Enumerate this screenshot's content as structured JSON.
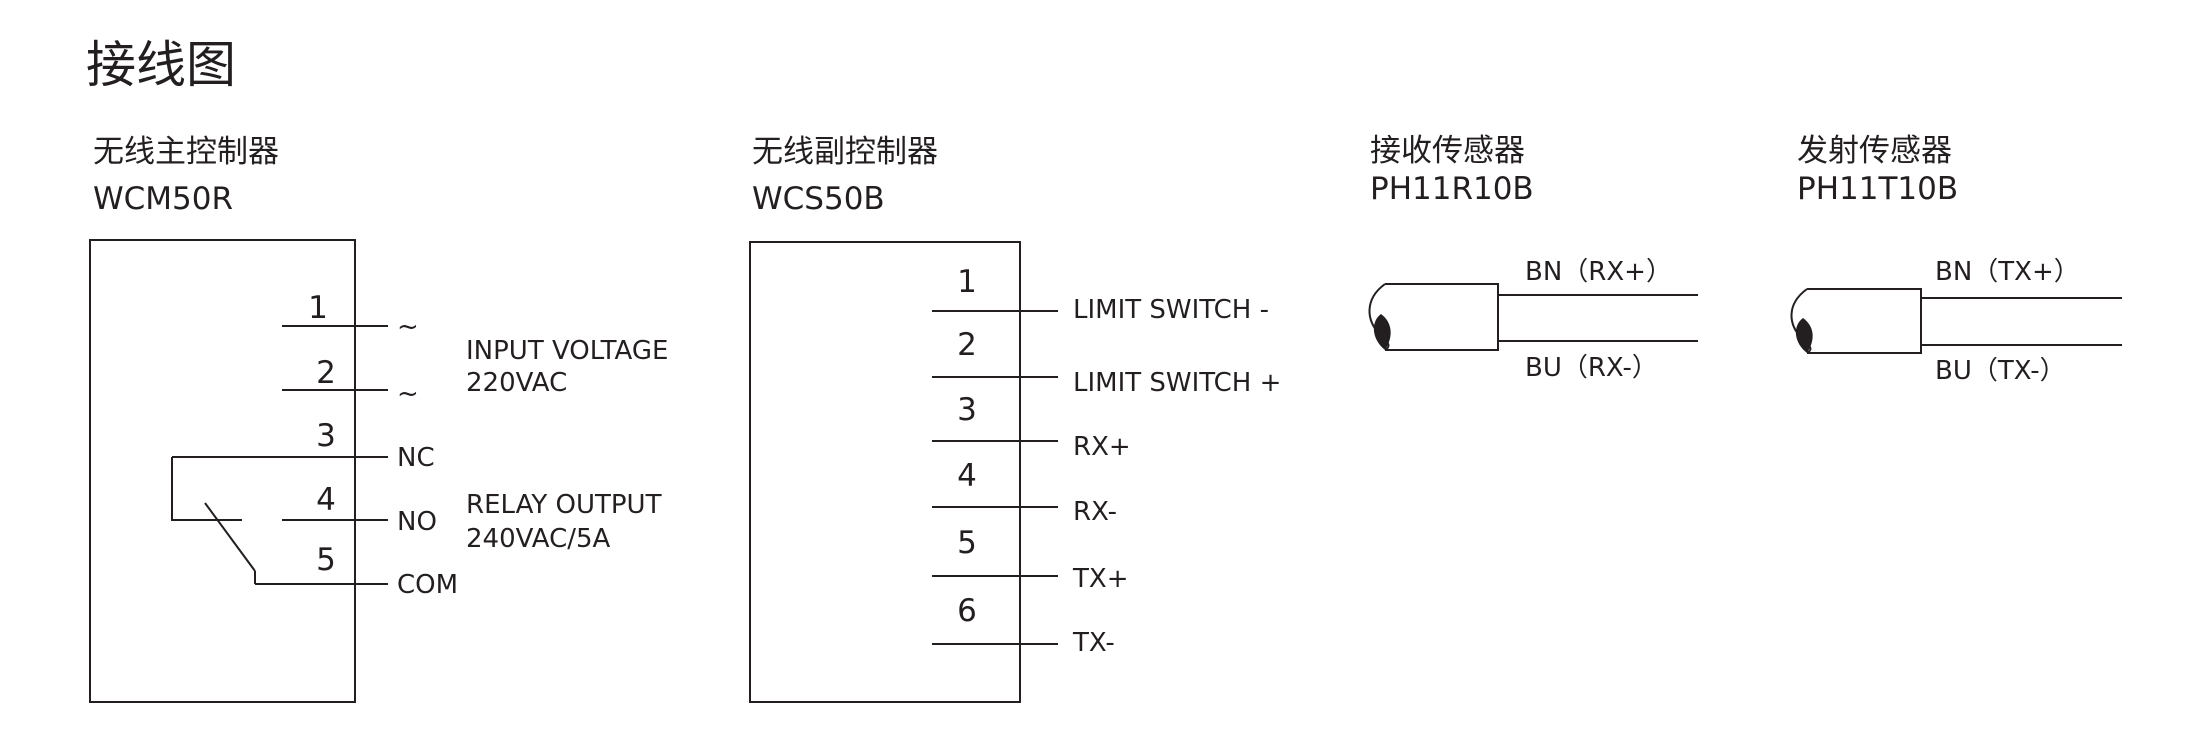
{
  "page_title": "接线图",
  "main_controller": {
    "name": "无线主控制器",
    "model": "WCM50R",
    "terminals": [
      "1",
      "2",
      "3",
      "4",
      "5"
    ],
    "tilde_1": "~",
    "tilde_2": "~",
    "nc_label": "NC",
    "no_label": "NO",
    "com_label": "COM",
    "input_voltage_line1": "INPUT VOLTAGE",
    "input_voltage_line2": "220VAC",
    "relay_output_line1": "RELAY OUTPUT",
    "relay_output_line2": "240VAC/5A"
  },
  "sub_controller": {
    "name": "无线副控制器",
    "model": "WCS50B",
    "terminals": [
      "1",
      "2",
      "3",
      "4",
      "5",
      "6"
    ],
    "signals": [
      "LIMIT SWITCH -",
      "LIMIT SWITCH +",
      "RX+",
      "RX-",
      "TX+",
      "TX-"
    ]
  },
  "receiver_sensor": {
    "name": "接收传感器",
    "model": "PH11R10B",
    "wire_top": "BN（RX+）",
    "wire_bottom": "BU（RX-）"
  },
  "emitter_sensor": {
    "name": "发射传感器",
    "model": "PH11T10B",
    "wire_top": "BN（TX+）",
    "wire_bottom": "BU（TX-）"
  },
  "colors": {
    "ink": "#231f20",
    "background": "#ffffff"
  }
}
